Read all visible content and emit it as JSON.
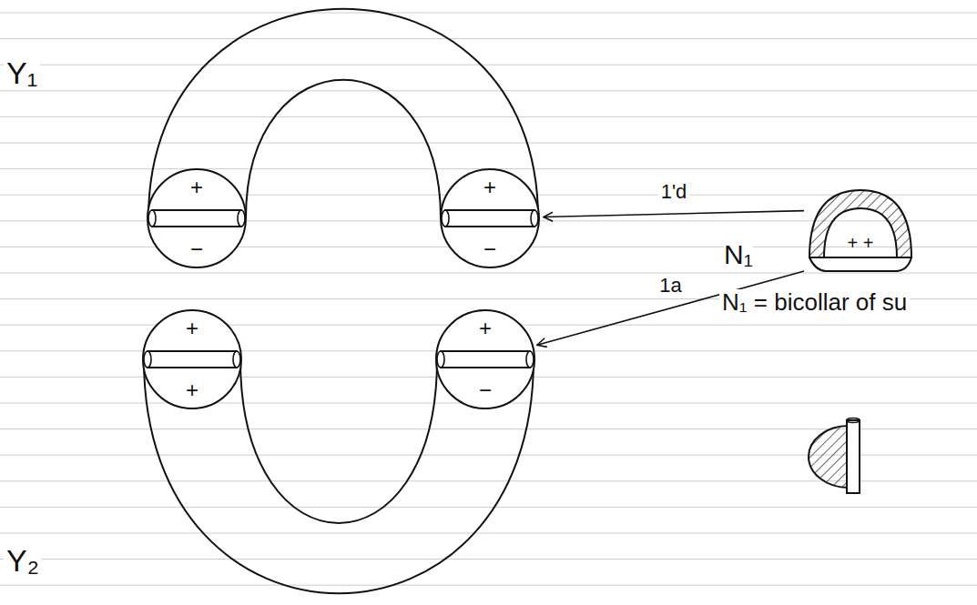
{
  "diagram": {
    "nodes": [
      {
        "text": [
          "+",
          "−"
        ]
      },
      {
        "text": [
          "+",
          "−"
        ]
      },
      {
        "text": [
          "+",
          "+"
        ]
      },
      {
        "text": [
          "+",
          "−"
        ]
      },
      {
        "text": [
          "N₁",
          "+ +"
        ]
      }
    ],
    "edges": [
      {
        "from": 4,
        "to": 1,
        "label": "1'd",
        "arrow": "to"
      },
      {
        "from": 4,
        "to": 3,
        "label": "1a",
        "arrow": "to"
      }
    ],
    "labels": [
      "Y₁",
      "Y₂",
      "N₁ = bicollar of su"
    ]
  }
}
